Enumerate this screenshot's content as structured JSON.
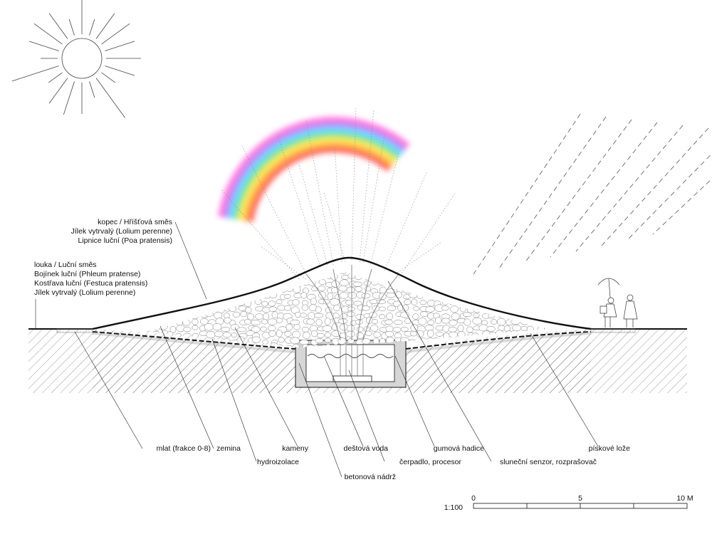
{
  "labels": {
    "hill": [
      "kopec / Hříšťová směs",
      "Jílek vytrvalý (Lolium perenne)",
      "Lipnice luční (Poa pratensis)"
    ],
    "meadow": [
      "louka / Luční směs",
      "Bojínek luční (Phleum pratense)",
      "Kostřava luční (Festuca pratensis)",
      "Jílek vytrvalý (Lolium perenne)"
    ],
    "mlat": "mlat (frakce 0-8)",
    "zemina": "zemina",
    "hydroizolace": "hydroizolace",
    "kameny": "kameny",
    "betonova_nadrz": "betonová nádrž",
    "destova_voda": "deštová voda",
    "cerpadlo": "čerpadlo, procesor",
    "gumova_hadice": "gumová hadice",
    "senzor": "sluneční senzor, rozprašovač",
    "piskove_loze": "pískové lože"
  },
  "scale_bar": {
    "ratio": "1:100",
    "tick_labels": [
      "0",
      "5",
      "10 M"
    ]
  },
  "colors": {
    "ink": "#111111",
    "concrete": "#d6d6d6",
    "rainbow": [
      "#ff3b3b",
      "#ff9b2f",
      "#ffe83a",
      "#6ee06a",
      "#3fd9ff",
      "#9b7bff",
      "#ff66d9"
    ]
  },
  "icons": [
    "sun-icon",
    "rainbow-icon",
    "rain-icon",
    "people-with-umbrella-icon"
  ]
}
